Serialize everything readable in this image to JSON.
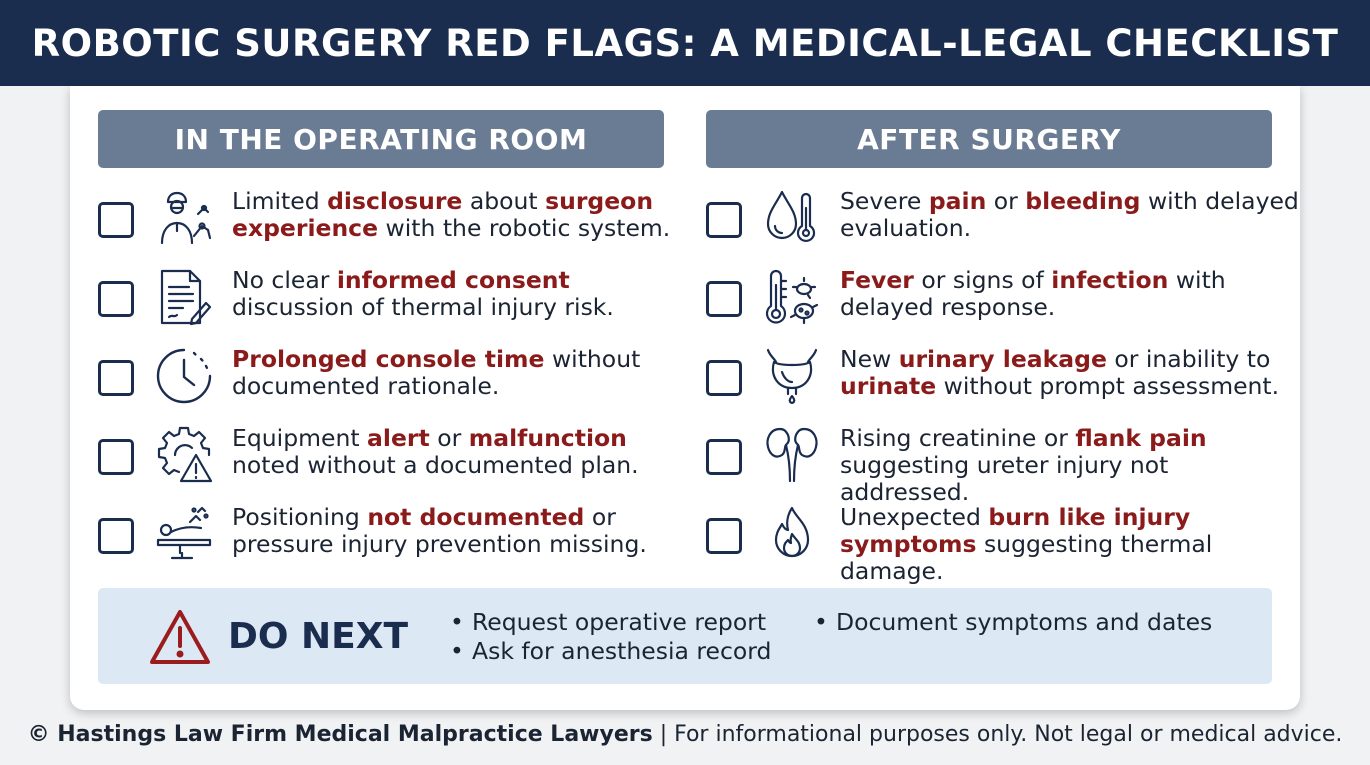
{
  "header": {
    "title": "ROBOTIC SURGERY RED FLAGS: A MEDICAL-LEGAL CHECKLIST"
  },
  "left_column": {
    "heading": "IN THE OPERATING ROOM",
    "items": [
      {
        "icon": "surgeon-robot-icon",
        "parts": [
          {
            "text": "Limited ",
            "hl": false
          },
          {
            "text": "disclosure",
            "hl": true
          },
          {
            "text": " about ",
            "hl": false
          },
          {
            "text": "surgeon experience",
            "hl": true
          },
          {
            "text": " with the robotic system.",
            "hl": false
          }
        ]
      },
      {
        "icon": "consent-document-icon",
        "parts": [
          {
            "text": "No clear ",
            "hl": false
          },
          {
            "text": "informed consent",
            "hl": true
          },
          {
            "text": " discussion of thermal injury risk.",
            "hl": false
          }
        ]
      },
      {
        "icon": "clock-icon",
        "parts": [
          {
            "text": "Prolonged console time",
            "hl": true
          },
          {
            "text": " without documented rationale.",
            "hl": false
          }
        ]
      },
      {
        "icon": "gear-warning-icon",
        "parts": [
          {
            "text": "Equipment ",
            "hl": false
          },
          {
            "text": "alert",
            "hl": true
          },
          {
            "text": " or ",
            "hl": false
          },
          {
            "text": "malfunction",
            "hl": true
          },
          {
            "text": " noted without a documented plan.",
            "hl": false
          }
        ]
      },
      {
        "icon": "patient-positioning-icon",
        "parts": [
          {
            "text": "Positioning ",
            "hl": false
          },
          {
            "text": "not documented",
            "hl": true
          },
          {
            "text": " or pressure injury prevention missing.",
            "hl": false
          }
        ]
      }
    ]
  },
  "right_column": {
    "heading": "AFTER SURGERY",
    "items": [
      {
        "icon": "blood-drop-thermometer-icon",
        "parts": [
          {
            "text": "Severe ",
            "hl": false
          },
          {
            "text": "pain",
            "hl": true
          },
          {
            "text": " or ",
            "hl": false
          },
          {
            "text": "bleeding",
            "hl": true
          },
          {
            "text": " with delayed evaluation.",
            "hl": false
          }
        ]
      },
      {
        "icon": "thermometer-bacteria-icon",
        "parts": [
          {
            "text": "Fever",
            "hl": true
          },
          {
            "text": " or signs of ",
            "hl": false
          },
          {
            "text": "infection",
            "hl": true
          },
          {
            "text": " with delayed response.",
            "hl": false
          }
        ]
      },
      {
        "icon": "bladder-icon",
        "parts": [
          {
            "text": "New ",
            "hl": false
          },
          {
            "text": "urinary leakage",
            "hl": true
          },
          {
            "text": " or inability to ",
            "hl": false
          },
          {
            "text": "urinate",
            "hl": true
          },
          {
            "text": " without prompt assessment.",
            "hl": false
          }
        ]
      },
      {
        "icon": "kidneys-icon",
        "parts": [
          {
            "text": "Rising creatinine or ",
            "hl": false
          },
          {
            "text": "flank pain",
            "hl": true
          },
          {
            "text": " suggesting ureter injury not addressed.",
            "hl": false
          }
        ]
      },
      {
        "icon": "flame-icon",
        "parts": [
          {
            "text": "Unexpected ",
            "hl": false
          },
          {
            "text": "burn like injury symptoms",
            "hl": true
          },
          {
            "text": " suggesting thermal damage.",
            "hl": false
          }
        ]
      }
    ]
  },
  "do_next": {
    "icon": "warning-triangle-icon",
    "title": "DO NEXT",
    "bullets_left": [
      "Request operative report",
      "Ask for anesthesia record"
    ],
    "bullets_right": [
      "Document symptoms and dates"
    ]
  },
  "footer": {
    "bold": "© Hastings Law Firm Medical Malpractice Lawyers",
    "rest": " | For informational purposes only. Not legal or medical advice."
  },
  "colors": {
    "header_bg": "#1b2d4f",
    "column_header_bg": "#6a7c93",
    "highlight": "#8b1a1a",
    "do_next_bg": "#dde8f5",
    "warning_red": "#9b1c1c"
  }
}
